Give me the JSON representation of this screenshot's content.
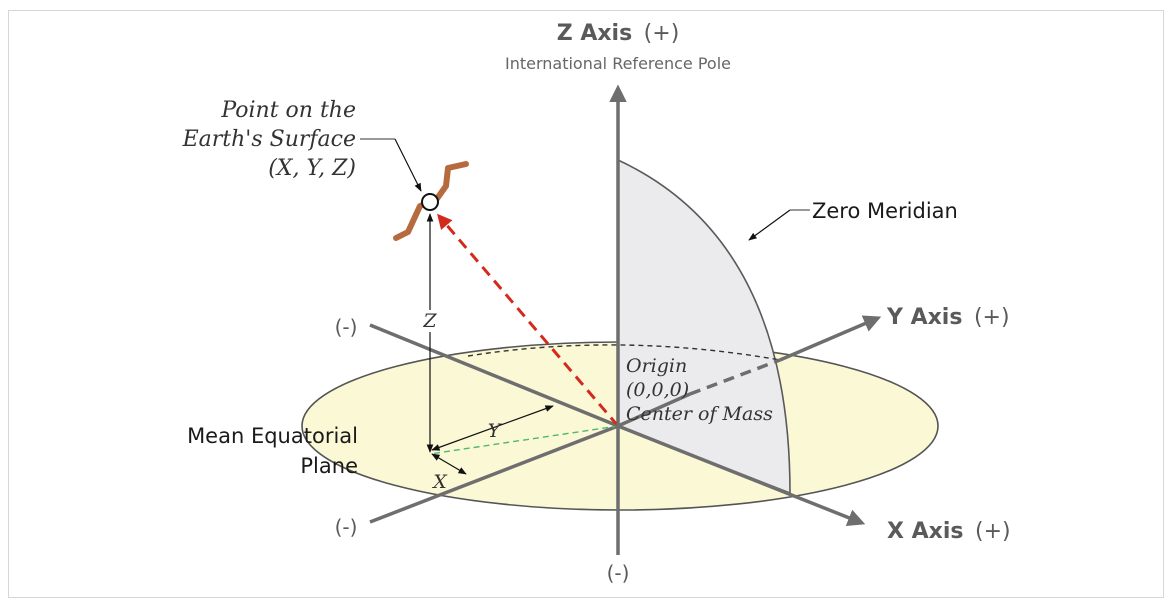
{
  "z_axis": {
    "name": "Z Axis",
    "sign": "(+)",
    "subtitle": "International Reference Pole",
    "neg": "(-)"
  },
  "y_axis": {
    "name": "Y Axis",
    "sign": "(+)",
    "neg": "(-)"
  },
  "x_axis": {
    "name": "X Axis",
    "sign": "(+)",
    "neg": "(-)"
  },
  "point": {
    "line1": "Point on the",
    "line2": "Earth's Surface",
    "line3": "(X, Y, Z)"
  },
  "meridian": {
    "label": "Zero Meridian"
  },
  "origin": {
    "line1": "Origin",
    "line2": "(0,0,0)",
    "line3": "Center of Mass"
  },
  "plane": {
    "line1": "Mean Equatorial",
    "line2": "Plane"
  },
  "components": {
    "x": "X",
    "y": "Y",
    "z": "Z"
  },
  "colors": {
    "axis": "#6e6e6e",
    "plane_fill": "#fbf8d6",
    "meridian_fill": "#ebebee",
    "position_vector": "#d42a1e",
    "surface": "#b56b3e",
    "projection": "#4fb86e"
  }
}
